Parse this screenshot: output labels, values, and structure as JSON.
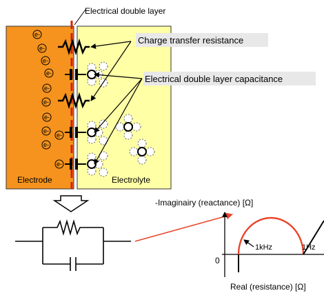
{
  "labels": {
    "double_layer": "Electrical double layer",
    "charge_transfer": "Charge transfer resistance",
    "dl_capacitance": "Electrical double layer capacitance",
    "electrode": "Electrode",
    "electrolyte": "Electrolyte",
    "y_axis": "-Imaginairy (reactance) [Ω]",
    "x_axis": "Real (resistance) [Ω]",
    "origin": "0",
    "freq_high": "1kHz",
    "freq_low": "1Hz",
    "electron": "e-"
  },
  "colors": {
    "electrode": "#f5931e",
    "electrolyte": "#ffffa6",
    "label_bg": "#e8e8e8",
    "double_layer_line": "#d81e05",
    "arrow_red": "#e8452c",
    "arc": "#e8452c"
  },
  "icons": [
    "electron-icon",
    "ion-cluster-icon",
    "resistor-icon",
    "capacitor-icon",
    "hollow-down-arrow-icon"
  ]
}
